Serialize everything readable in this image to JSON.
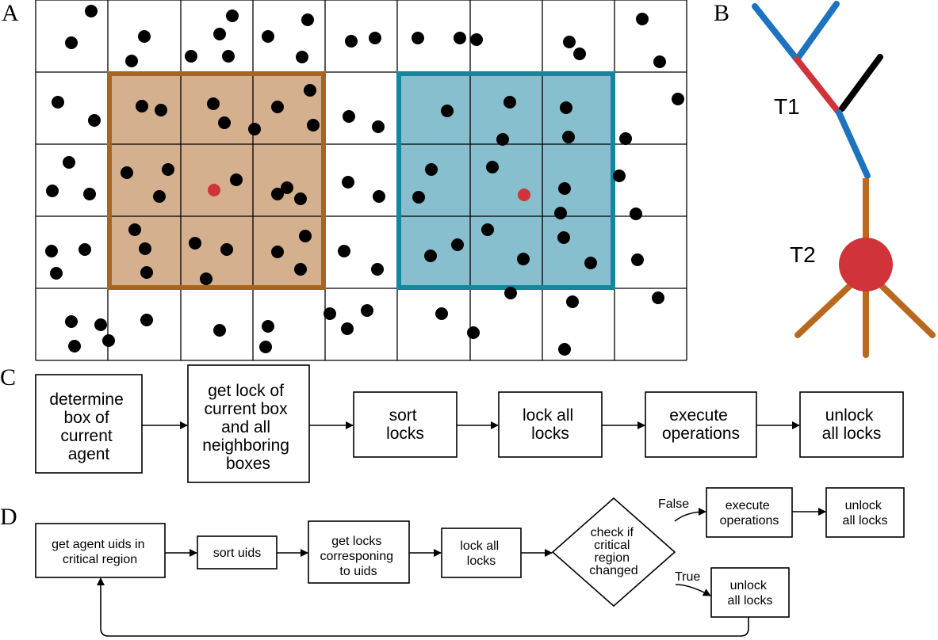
{
  "panels": {
    "a": "A",
    "b": "B",
    "c": "C",
    "d": "D"
  },
  "colors": {
    "agent": "#000000",
    "current_agent": "#d0343a",
    "region_brown_fill": "#d4b08f",
    "region_brown_stroke": "#a86520",
    "region_blue_fill": "#87bfcf",
    "region_blue_stroke": "#13879e",
    "tree_blue": "#1e73be",
    "tree_red": "#d0343a",
    "tree_black": "#000000",
    "tree_brown": "#b8691f",
    "soma": "#d0343a"
  },
  "tree": {
    "t1_label": "T1",
    "t2_label": "T2"
  },
  "flow_c": {
    "steps": [
      [
        "determine",
        "box of",
        "current",
        "agent"
      ],
      [
        "get lock of",
        "current box",
        "and all",
        "neighboring",
        "boxes"
      ],
      [
        "sort",
        "locks"
      ],
      [
        "lock all",
        "locks"
      ],
      [
        "execute",
        "operations"
      ],
      [
        "unlock",
        "all locks"
      ]
    ]
  },
  "flow_d": {
    "steps": [
      [
        "get agent uids in",
        "critical region"
      ],
      [
        "sort uids"
      ],
      [
        "get locks",
        "corresponing",
        "to uids"
      ],
      [
        "lock all",
        "locks"
      ]
    ],
    "decision": [
      "check if",
      "critical",
      "region",
      "changed"
    ],
    "false_label": "False",
    "true_label": "True",
    "false_steps": [
      [
        "execute",
        "operations"
      ],
      [
        "unlock",
        "all locks"
      ]
    ],
    "true_step": [
      "unlock",
      "all locks"
    ]
  }
}
